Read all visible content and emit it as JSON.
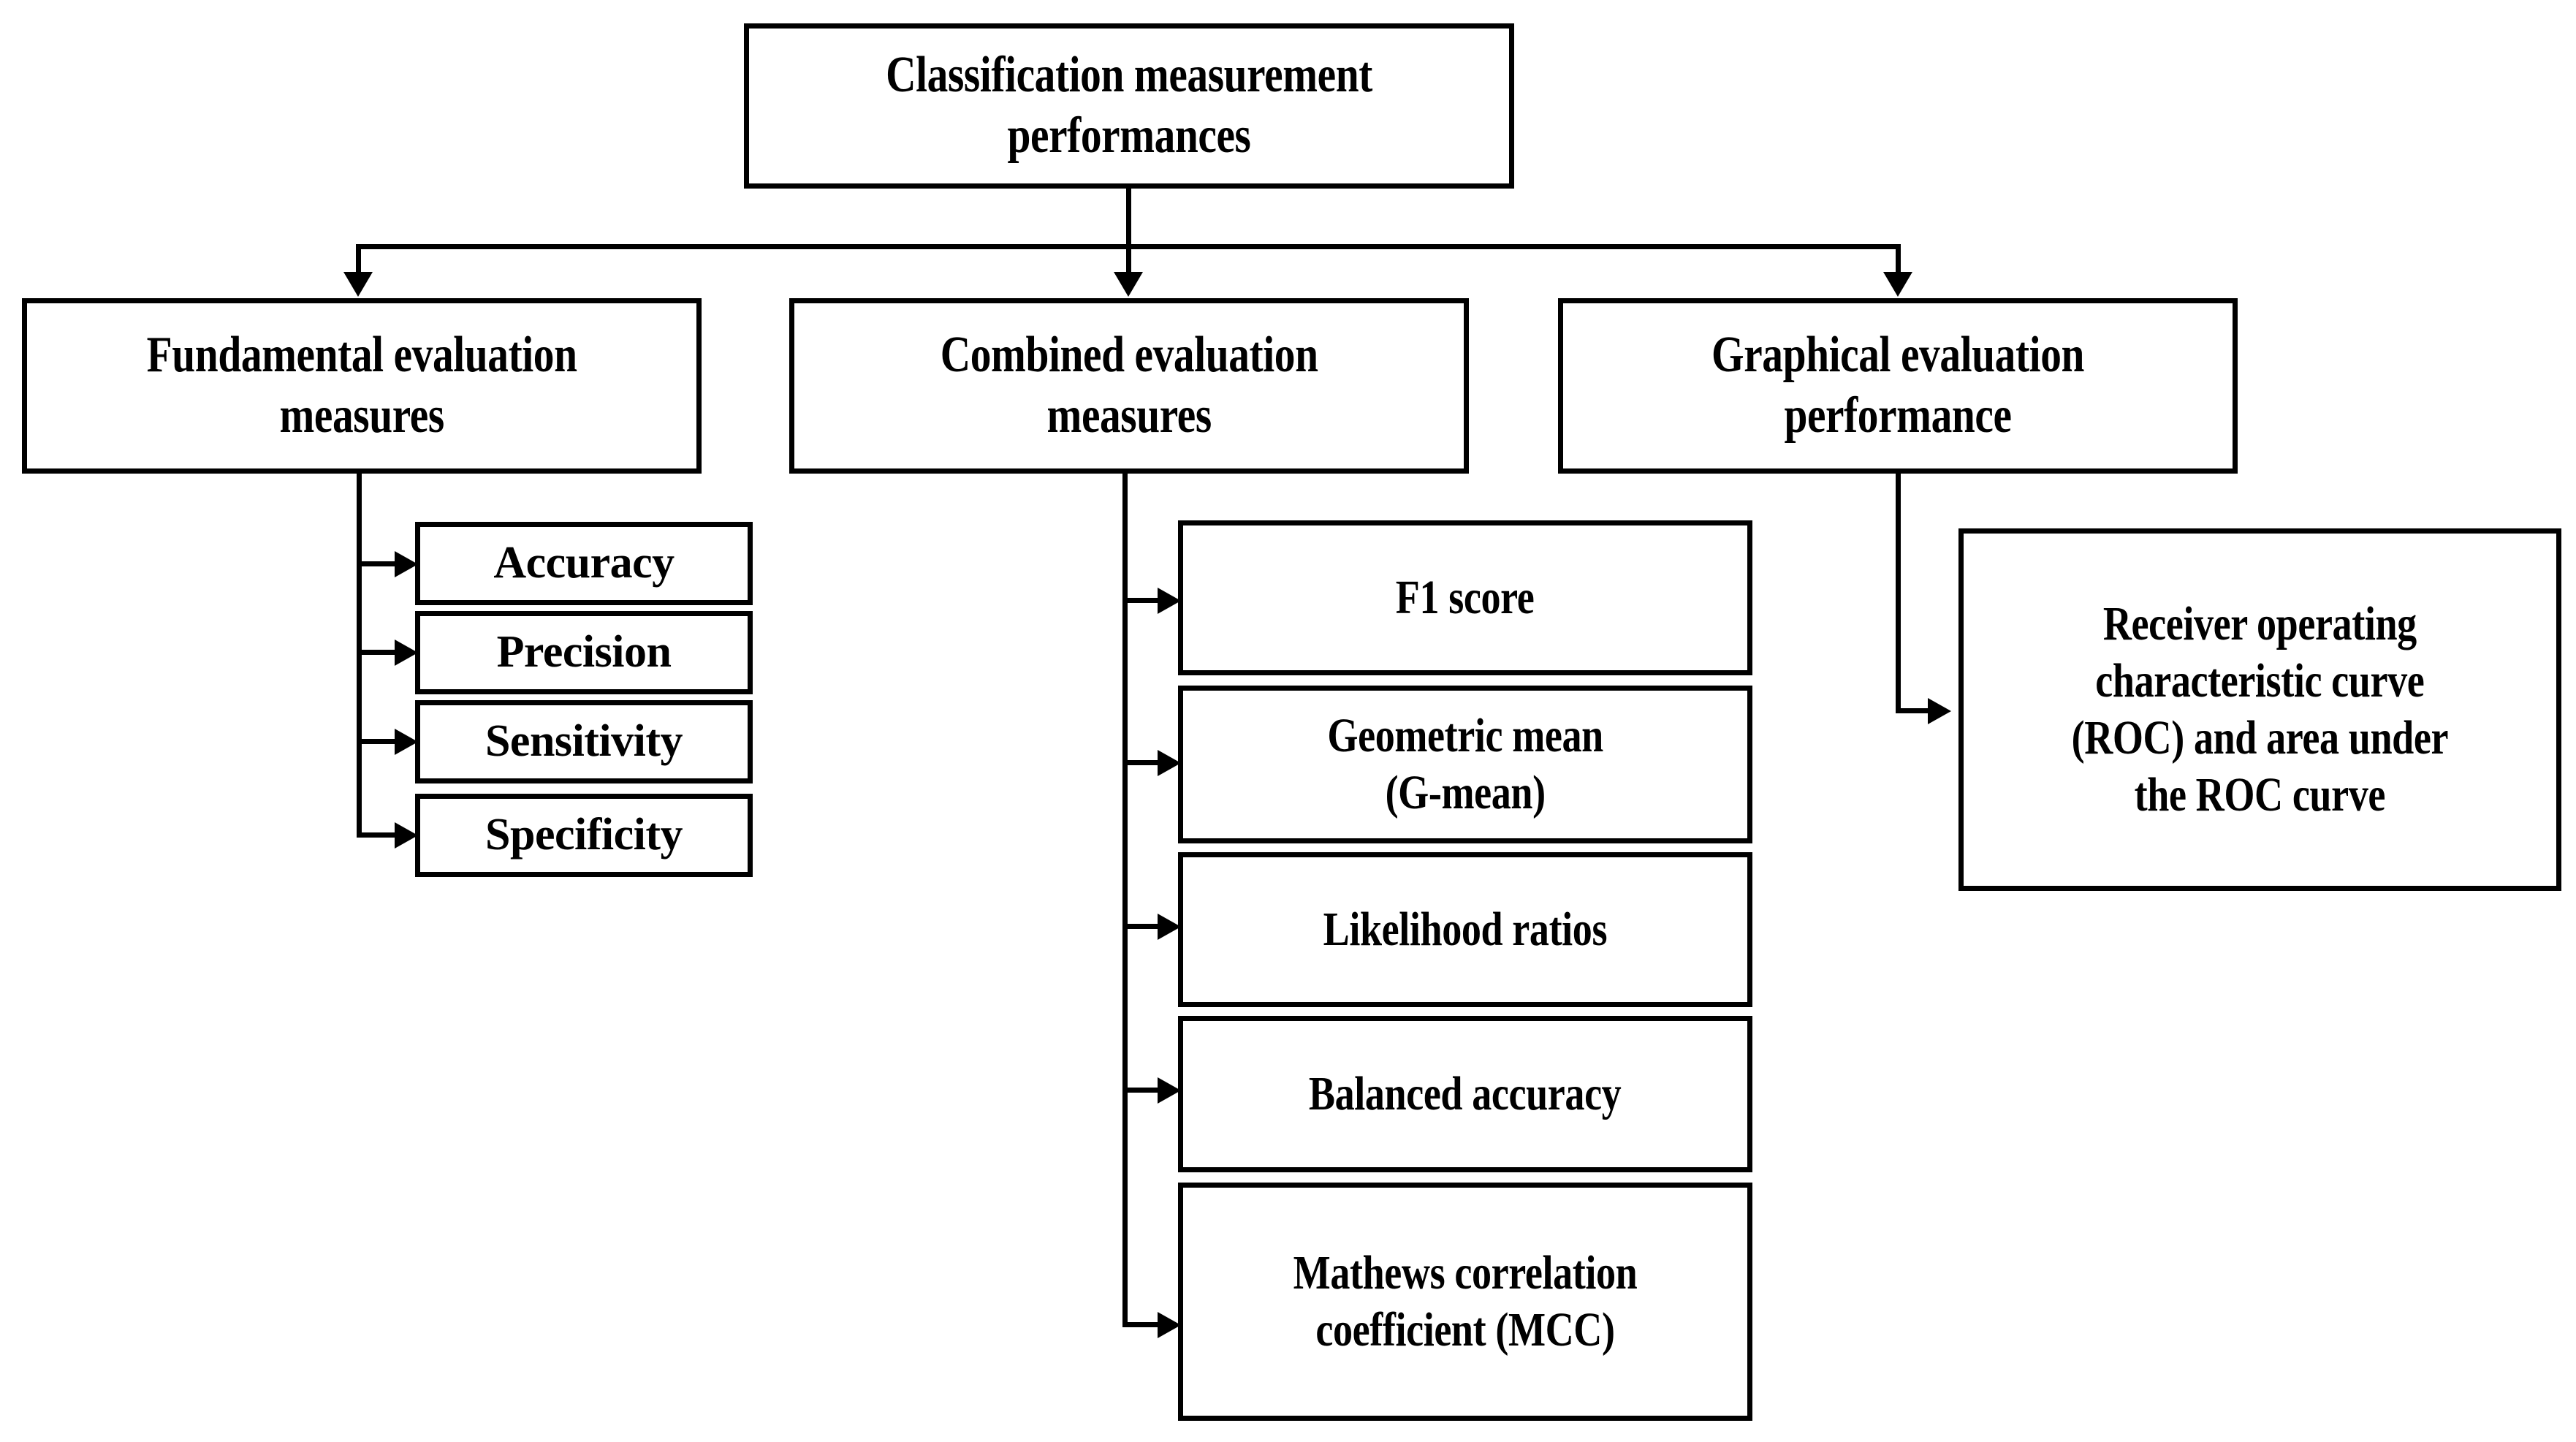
{
  "diagram": {
    "title": "Classification measurement performances",
    "type": "hierarchy-tree",
    "root": {
      "id": "root",
      "label": "Classification measurement\nperformances"
    },
    "branches": [
      {
        "id": "fundamental",
        "label": "Fundamental evaluation\nmeasures",
        "children": [
          {
            "id": "accuracy",
            "label": "Accuracy"
          },
          {
            "id": "precision",
            "label": "Precision"
          },
          {
            "id": "sensitivity",
            "label": "Sensitivity"
          },
          {
            "id": "specificity",
            "label": "Specificity"
          }
        ]
      },
      {
        "id": "combined",
        "label": "Combined evaluation\nmeasures",
        "children": [
          {
            "id": "f1-score",
            "label": "F1 score"
          },
          {
            "id": "g-mean",
            "label": "Geometric mean\n(G-mean)"
          },
          {
            "id": "likelihood-ratios",
            "label": "Likelihood ratios"
          },
          {
            "id": "balanced-accuracy",
            "label": "Balanced accuracy"
          },
          {
            "id": "mcc",
            "label": "Mathews correlation\ncoefficient (MCC)"
          }
        ]
      },
      {
        "id": "graphical",
        "label": "Graphical evaluation\nperformance",
        "children": [
          {
            "id": "roc-auc",
            "label": "Receiver operating\ncharacteristic curve\n(ROC) and area under\nthe ROC curve"
          }
        ]
      }
    ],
    "colors": {
      "stroke": "#000000",
      "fill": "#ffffff",
      "text": "#000000"
    }
  }
}
